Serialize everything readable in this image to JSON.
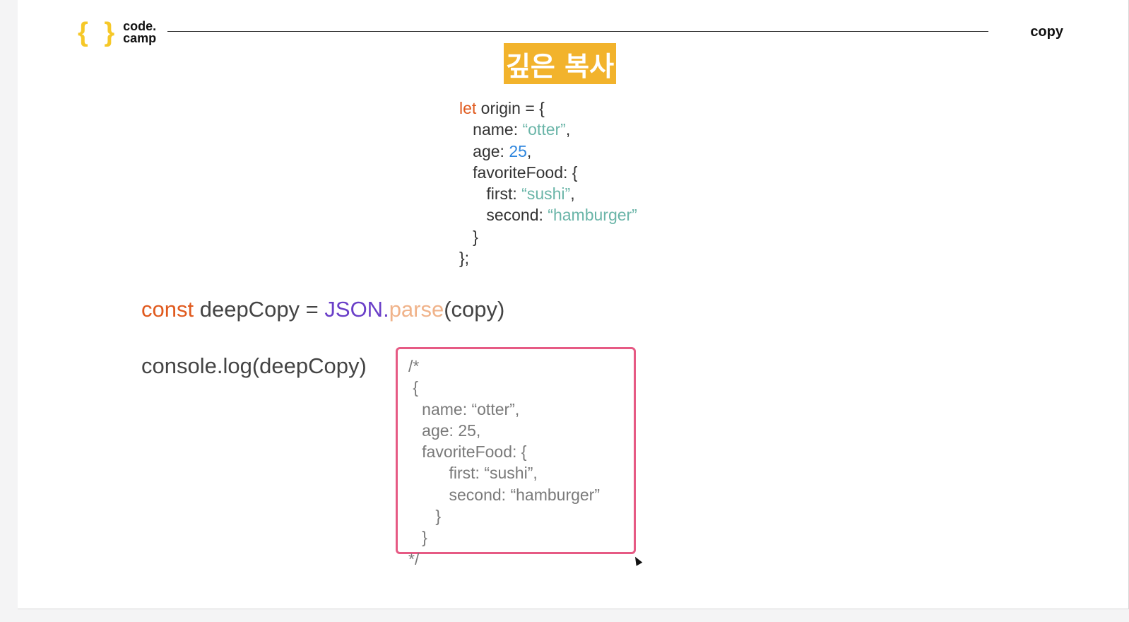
{
  "header": {
    "logo_braces": "{ }",
    "logo_line1": "code.",
    "logo_line2": "camp",
    "title": "copy"
  },
  "slide": {
    "heading": "깊은 복사"
  },
  "origin_code": {
    "l1_kw": "let",
    "l1_rest": " origin = {",
    "l2_key": "   name: ",
    "l2_val": "“otter”",
    "l2_end": ",",
    "l3_key": "   age: ",
    "l3_val": "25",
    "l3_end": ",",
    "l4": "   favoriteFood: {",
    "l5_key": "      first: ",
    "l5_val": "“sushi”",
    "l5_end": ",",
    "l6_key": "      second: ",
    "l6_val": "“hamburger”",
    "l7": "   }",
    "l8": "};"
  },
  "deepcopy_line": {
    "kw": "const",
    "rest": " deepCopy = ",
    "obj": "JSON.",
    "method": "parse",
    "args": "(copy)"
  },
  "console_line": "console.log(deepCopy)",
  "output_comment": [
    "/*",
    " {",
    "   name: “otter”,",
    "   age: 25,",
    "   favoriteFood: {",
    "         first: “sushi”,",
    "         second: “hamburger”",
    "      }",
    "   }",
    "*/"
  ],
  "colors": {
    "badge": "#f2b32c",
    "keyword": "#e05a1e",
    "string": "#6ab5a8",
    "number": "#2e86de",
    "json": "#6a3fc8",
    "method": "#f0b38a",
    "box_border": "#e65a84"
  }
}
